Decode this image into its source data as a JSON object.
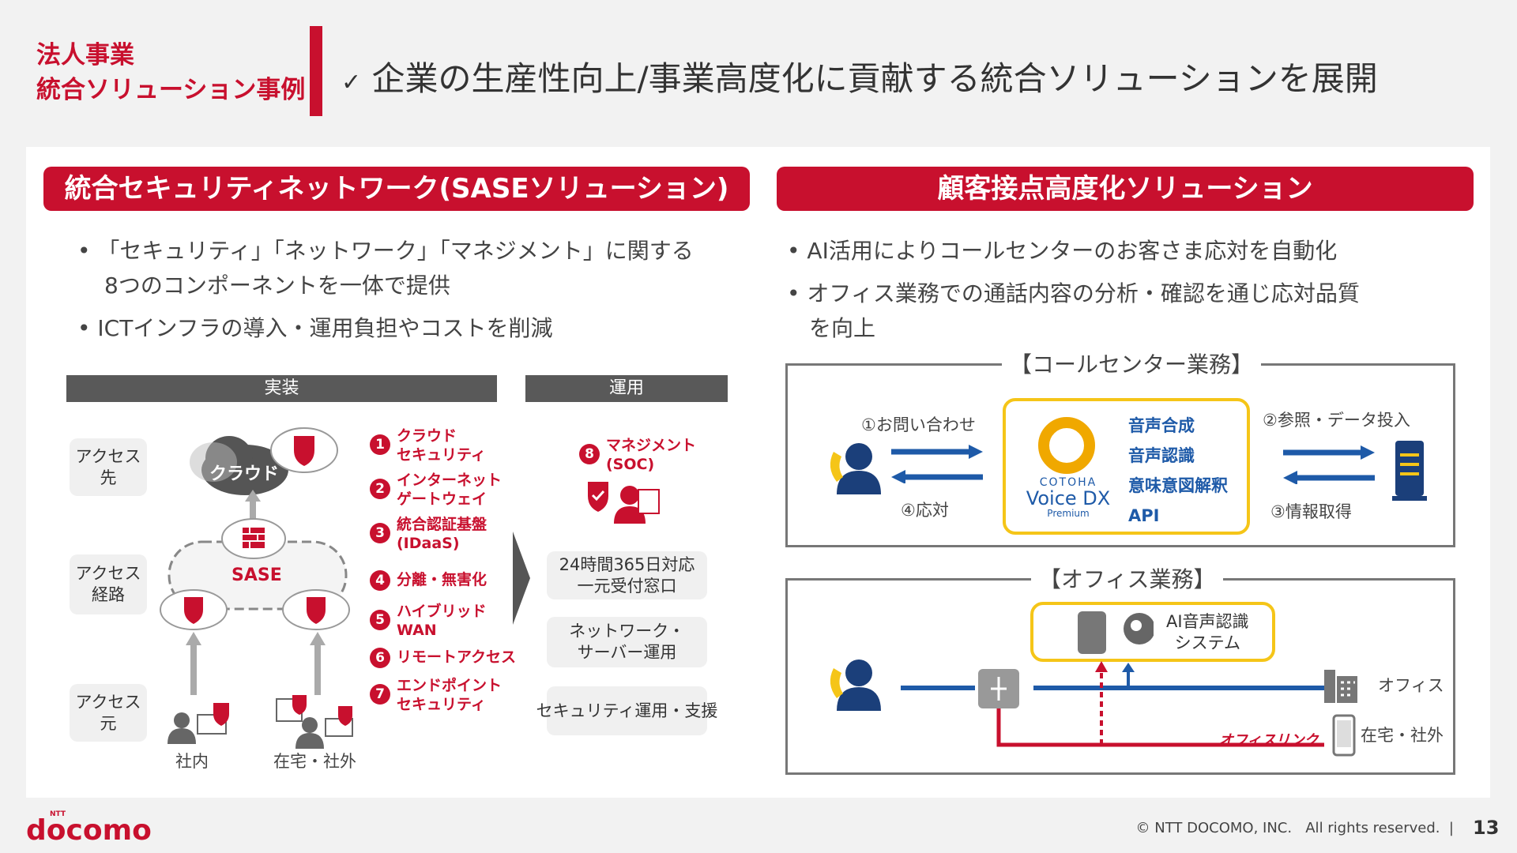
{
  "header": {
    "category_line1": "法人事業",
    "category_line2": "統合ソリューション事例",
    "check": "✓",
    "title": "企業の生産性向上/事業高度化に貢献する統合ソリューションを展開"
  },
  "left": {
    "heading": "統合セキュリティネットワーク(SASEソリューション)",
    "bullets": [
      "「セキュリティ」「ネットワーク」「マネジメント」に関する",
      "8つのコンポーネントを一体で提供",
      "ICTインフラの導入・運用負担やコストを削減"
    ],
    "impl_label": "実装",
    "ops_label": "運用",
    "access": [
      "アクセス\n先",
      "アクセス\n経路",
      "アクセス\n元"
    ],
    "cloud_label": "クラウド",
    "sase_label": "SASE",
    "sources": [
      "社内",
      "在宅・社外"
    ],
    "components": [
      {
        "n": "1",
        "text": "クラウド\nセキュリティ"
      },
      {
        "n": "2",
        "text": "インターネット\nゲートウェイ"
      },
      {
        "n": "3",
        "text": "統合認証基盤\n(IDaaS)"
      },
      {
        "n": "4",
        "text": "分離・無害化"
      },
      {
        "n": "5",
        "text": "ハイブリッド\nWAN"
      },
      {
        "n": "6",
        "text": "リモートアクセス"
      },
      {
        "n": "7",
        "text": "エンドポイント\nセキュリティ"
      }
    ],
    "management": {
      "n": "8",
      "text": "マネジメント\n(SOC)"
    },
    "ops_boxes": [
      "24時間365日対応\n一元受付窓口",
      "ネットワーク・\nサーバー運用",
      "セキュリティ運用・支援"
    ]
  },
  "right": {
    "heading": "顧客接点高度化ソリューション",
    "bullets": [
      "AI活用によりコールセンターのお客さま応対を自動化",
      "オフィス業務での通話内容の分析・確認を通じ応対品質",
      "を向上"
    ],
    "callcenter": {
      "label": "【コールセンター業務】",
      "inquiry": "①お問い合わせ",
      "response": "④応対",
      "reference": "②参照・データ投入",
      "info": "③情報取得",
      "product": {
        "brand": "COTOHA",
        "name": "Voice DX",
        "tier": "Premium"
      },
      "apis": [
        "音声合成",
        "音声認識",
        "意味意図解釈",
        "API"
      ]
    },
    "office": {
      "label": "【オフィス業務】",
      "ai_system": "AI音声認識\nシステム",
      "office": "オフィス",
      "remote": "在宅・社外",
      "officelink": "オフィスリンク"
    }
  },
  "footer": {
    "logo": "docomo",
    "logo_sup": "NTT",
    "copyright": "© NTT DOCOMO, INC.   All rights reserved.  |",
    "page": "13"
  },
  "colors": {
    "accent": "#c8102e",
    "blue": "#1e5aa8",
    "yellow": "#f5c518",
    "navy": "#1b3f7a"
  }
}
